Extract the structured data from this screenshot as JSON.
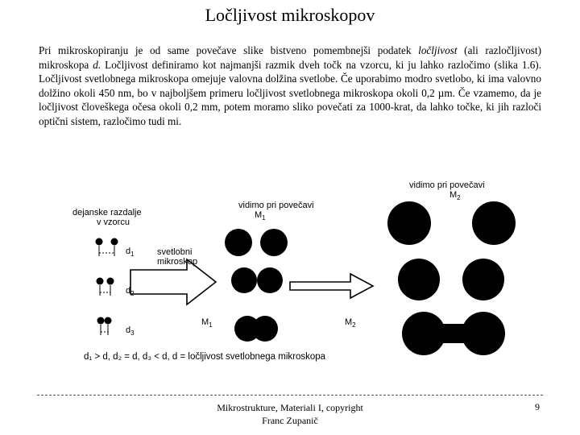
{
  "title": "Ločljivost mikroskopov",
  "paragraph": {
    "part1": "Pri mikroskopiranju je od same povečave slike bistveno pomembnejši podatek ",
    "term1": "ločljivost",
    "part2": " (ali razločljivost) mikroskopa ",
    "term2": "d.",
    "part3": " Ločljivost definiramo kot najmanjši razmik dveh točk na vzorcu, ki ju lahko razločimo (slika 1.6). Ločljivost svetlobnega mikroskopa omejuje valovna dolžina svetlobe. Če uporabimo modro svetlobo, ki ima valovno dolžino okoli 450 nm, bo v najboljšem primeru ločljivost svetlobnega mikroskopa okoli 0,2 µm. Če vzamemo, da je ločljivost človeškega očesa okoli 0,2 mm, potem moramo sliko povečati za 1000-krat, da lahko točke, ki jih razloči optični sistem, razločimo tudi mi."
  },
  "figure": {
    "label_actual_line1": "dejanske razdalje",
    "label_actual_line2": "v vzorcu",
    "label_microscope_line1": "svetlobni",
    "label_microscope_line2": "mikroskop",
    "label_m1_title": "vidimo pri povečavi",
    "label_m1_sub": "M",
    "label_m1_index": "1",
    "label_m2_title": "vidimo pri povečavi",
    "label_m2_sub": "M",
    "label_m2_index": "2",
    "d_labels": [
      {
        "main": "d",
        "index": "1"
      },
      {
        "main": "d",
        "index": "2"
      },
      {
        "main": "d",
        "index": "3"
      }
    ],
    "arrow_m1_label": {
      "main": "M",
      "index": "1"
    },
    "arrow_m2_label": {
      "main": "M",
      "index": "2"
    },
    "caption": "d₁ > d, d₂ = d, d₃ < d,  d = ločljivost svetlobnega mikroskopa"
  },
  "footer": {
    "line1": "Mikrostrukture, Materiali I, copyright",
    "line2": "Franc Zupanič",
    "page_number": "9"
  }
}
